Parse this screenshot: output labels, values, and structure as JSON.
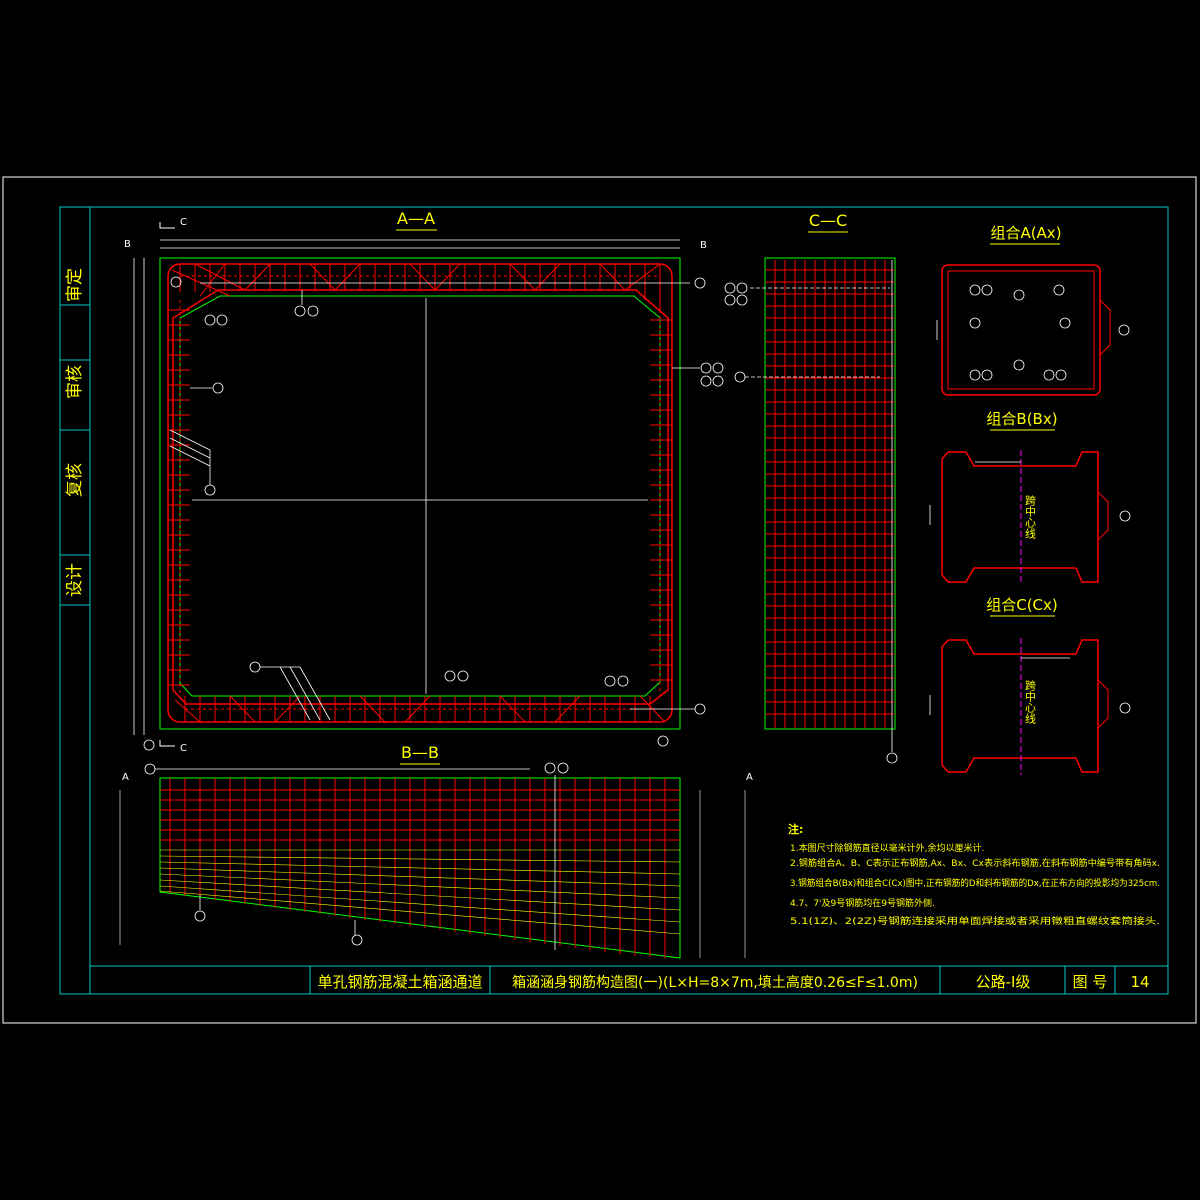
{
  "left_strip": {
    "labels": [
      "审定",
      "审核",
      "复核",
      "设计"
    ]
  },
  "sections": {
    "aa": "A—A",
    "bb": "B—B",
    "cc": "C—C",
    "combo_a": "组合A(Ax)",
    "combo_b": "组合B(Bx)",
    "combo_c": "组合C(Cx)"
  },
  "section_markers": {
    "c_top": "C",
    "c_bottom": "C",
    "b_left": "B",
    "b_right": "B",
    "a_left": "A",
    "a_right": "A"
  },
  "center_line_label": "跨中心线",
  "notes": {
    "heading": "注:",
    "lines": [
      "1.本图尺寸除钢筋直径以毫米计外,余均以厘米计.",
      "2.钢筋组合A、B、C表示正布钢筋,Ax、Bx、Cx表示斜布钢筋,在斜布钢筋中编号带有角码x.",
      "3.钢筋组合B(Bx)和组合C(Cx)图中,正布钢筋的D和斜布钢筋的Dx,在正布方向的投影均为325cm.",
      "4.7、7'及9号钢筋均在9号钢筋外侧.",
      "5.1(1Z)、2(2Z)号钢筋连接采用单面焊接或者采用镦粗直螺纹套筒接头."
    ]
  },
  "title_block": {
    "project": "单孔钢筋混凝土箱涵通道",
    "drawing_title": "箱涵涵身钢筋构造图(一)(L×H=8×7m,填土高度0.26≤F≤1.0m)",
    "grade": "公路-I级",
    "sheet_label": "图 号",
    "sheet_no": "14"
  },
  "colors": {
    "background": "#000000",
    "frame": "#ffffff",
    "border": "#00c8c8",
    "rebar": "#ff0000",
    "concrete": "#00ff00",
    "text": "#ffff00",
    "dimension": "#ffffff",
    "outline": "#ff0000"
  }
}
